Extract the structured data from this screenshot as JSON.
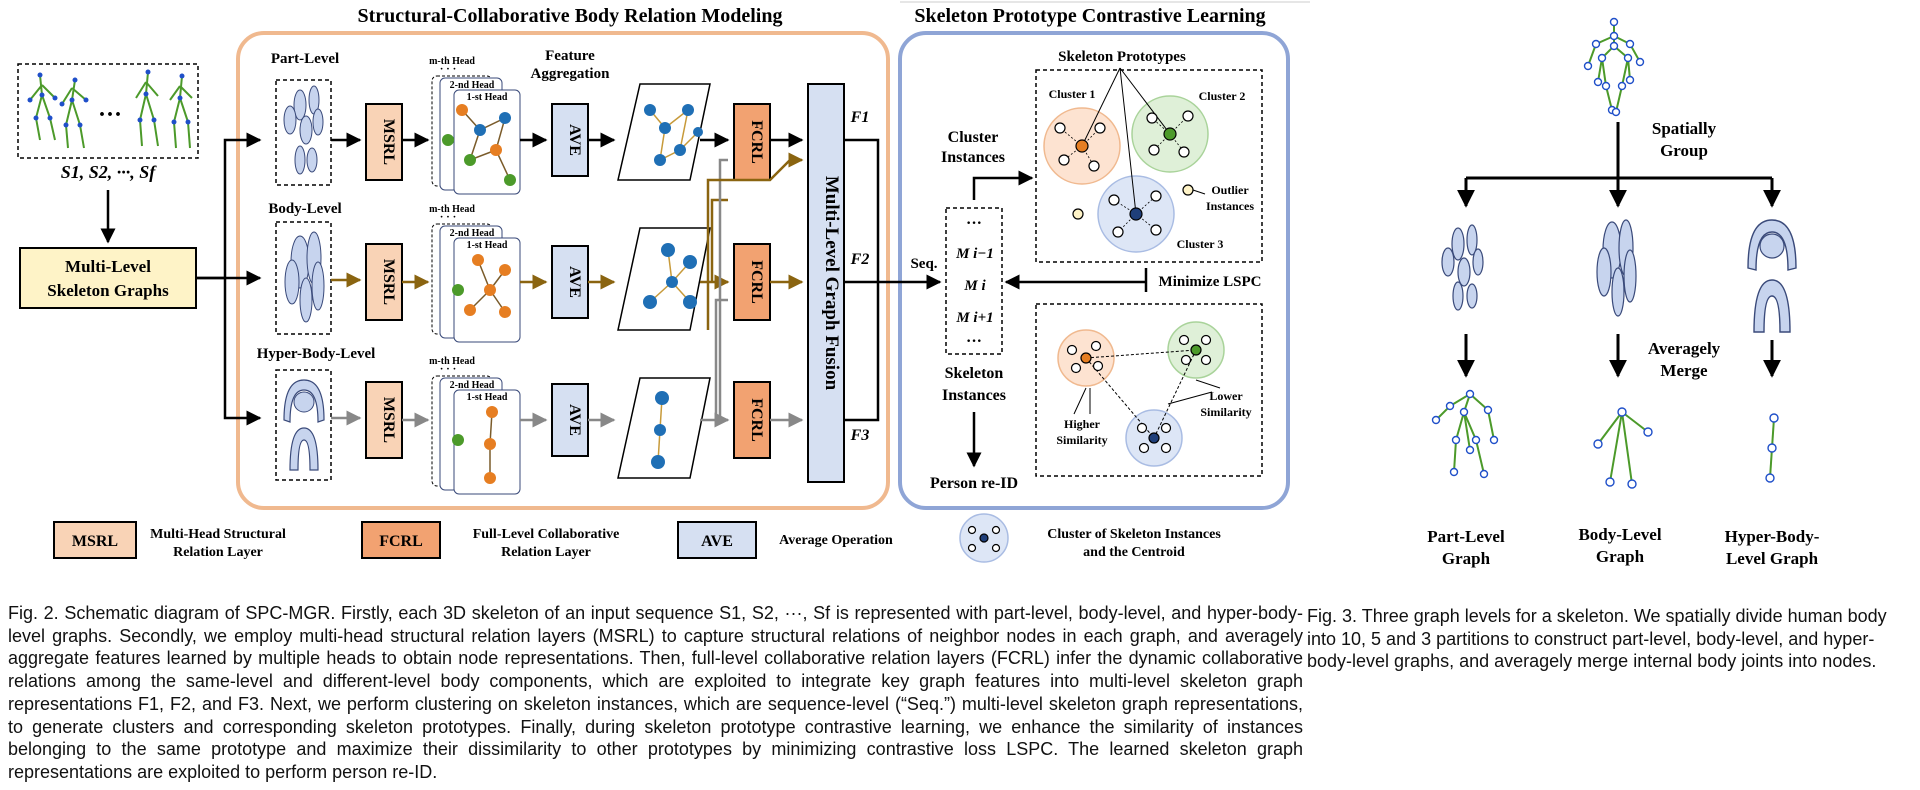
{
  "fig2": {
    "title_left": "Structural-Collaborative Body Relation Modeling",
    "title_right": "Skeleton Prototype Contrastive Learning",
    "input_label": "S1, S2, ···, Sf",
    "input_dots": "···",
    "msg_label_line1": "Multi-Level",
    "msg_label_line2": "Skeleton Graphs",
    "level_part": "Part-Level",
    "level_body": "Body-Level",
    "level_hyper": "Hyper-Body-Level",
    "msrl": "MSRL",
    "fcrl": "FCRL",
    "ave": "AVE",
    "head_m": "m-th Head",
    "head_2": "2-nd Head",
    "head_1": "1-st Head",
    "head_dots": "· · ·",
    "feature_agg_line1": "Feature",
    "feature_agg_line2": "Aggregation",
    "fusion_label": "Multi-Level Graph Fusion",
    "f1": "F1",
    "f2": "F2",
    "f3": "F3",
    "seq_label": "Seq.",
    "seq_items": [
      "M i−1",
      "M i",
      "M i+1"
    ],
    "seq_dots": "···",
    "cluster_instances_line1": "Cluster",
    "cluster_instances_line2": "Instances",
    "skeleton_instances_line1": "Skeleton",
    "skeleton_instances_line2": "Instances",
    "person_reid": "Person re-ID",
    "skeleton_prototypes": "Skeleton Prototypes",
    "cluster1": "Cluster 1",
    "cluster2": "Cluster 2",
    "cluster3": "Cluster 3",
    "outlier_line1": "Outlier",
    "outlier_line2": "Instances",
    "minimize": "Minimize LSPC",
    "higher_line1": "Higher",
    "higher_line2": "Similarity",
    "lower_line1": "Lower",
    "lower_line2": "Similarity",
    "legend_msrl_line1": "Multi-Head  Structural",
    "legend_msrl_line2": "Relation Layer",
    "legend_fcrl_line1": "Full-Level Collaborative",
    "legend_fcrl_line2": "Relation Layer",
    "legend_ave": "Average Operation",
    "legend_cluster_line1": "Cluster of Skeleton Instances",
    "legend_cluster_line2": "and the Centroid"
  },
  "fig3": {
    "spatially_line1": "Spatially",
    "spatially_line2": "Group",
    "averagely_line1": "Averagely",
    "averagely_line2": "Merge",
    "graph_part_line1": "Part-Level",
    "graph_part_line2": "Graph",
    "graph_body_line1": "Body-Level",
    "graph_body_line2": "Graph",
    "graph_hyper_line1": "Hyper-Body-",
    "graph_hyper_line2": "Level Graph"
  },
  "captions": {
    "fig2": "Fig. 2. Schematic diagram of SPC-MGR. Firstly, each 3D skeleton of an input sequence S1, S2, ···, Sf is represented with part-level, body-level, and hyper-body-level graphs. Secondly, we employ multi-head structural relation layers (MSRL) to capture structural relations of neighbor nodes in each graph, and averagely aggregate features learned by multiple heads to obtain node representations. Then, full-level collaborative relation layers (FCRL) infer the dynamic collaborative relations among the same-level and different-level body components, which are exploited to integrate key graph features into multi-level skeleton graph representations F1, F2, and F3. Next, we perform clustering on skeleton instances, which are sequence-level (“Seq.”) multi-level skeleton graph representations, to generate clusters and corresponding skeleton prototypes. Finally, during skeleton prototype contrastive learning, we enhance the similarity of instances belonging to the same prototype and maximize their dissimilarity to other prototypes by minimizing contrastive loss LSPC. The learned skeleton graph representations are exploited to perform person re-ID.",
    "fig3_lines": [
      "Fig. 3. Three graph levels for a skeleton. We spatially divide human body",
      "into 10, 5 and 3 partitions to construct part-level, body-level, and hyper-",
      "body-level graphs, and averagely merge internal body joints into nodes."
    ]
  },
  "colors": {
    "orange_panel": "#f0b98f",
    "blue_panel": "#8fa5d6",
    "msrl_fill": "#f9d3b6",
    "fcrl_fill": "#f2a271",
    "ave_fill": "#d6e0f2",
    "yellow_box": "#fef3c7",
    "skeleton_green": "#4c9a2a",
    "joint_blue": "#1f4fc9",
    "arrow_brown": "#8a6410"
  }
}
